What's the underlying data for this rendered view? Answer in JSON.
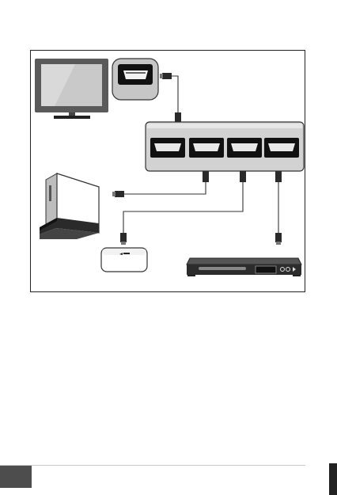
{
  "diagram": {
    "devices": [
      {
        "id": "tv",
        "icon": "tv-icon"
      },
      {
        "id": "hdmi-port",
        "icon": "hdmi-port-icon"
      },
      {
        "id": "switch",
        "icon": "hdmi-switch-icon",
        "input_ports": 4
      },
      {
        "id": "game-console",
        "icon": "game-console-icon"
      },
      {
        "id": "streaming-box",
        "icon": "streaming-box-icon"
      },
      {
        "id": "dvd-player",
        "icon": "dvd-player-icon"
      }
    ],
    "connections": [
      {
        "from": "hdmi-port",
        "to": "switch"
      },
      {
        "from": "switch",
        "to": "game-console"
      },
      {
        "from": "switch",
        "to": "streaming-box"
      },
      {
        "from": "switch",
        "to": "dvd-player"
      }
    ]
  },
  "footer": {
    "page_tab_color": "#4d4d4d",
    "rule_color": "#c8c8c8"
  }
}
